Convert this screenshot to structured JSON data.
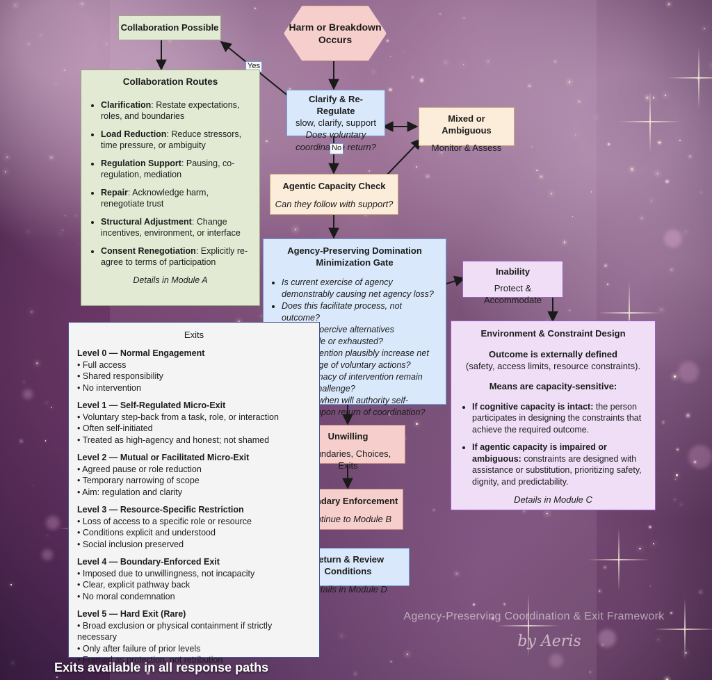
{
  "title_watermark": "Agency-Preserving Coordination & Exit Framework",
  "signature_watermark": "by Aeris",
  "footnote": "Exits available in all response paths",
  "edge_labels": {
    "yes": "Yes",
    "no": "No"
  },
  "nodes": {
    "harm": {
      "title": "Harm or Breakdown Occurs"
    },
    "collab_possible": {
      "title": "Collaboration Possible"
    },
    "clarify": {
      "title": "Clarify & Re-Regulate",
      "line2": "slow, clarify, support",
      "question": "Does voluntary coordination return?"
    },
    "mixed": {
      "title": "Mixed or Ambiguous",
      "line2": "Monitor & Assess"
    },
    "capacity": {
      "title": "Agentic Capacity Check",
      "question": "Can they follow with support?"
    },
    "inability": {
      "title": "Inability",
      "line2": "Protect & Accommodate"
    },
    "collab_routes": {
      "title": "Collaboration Routes",
      "items": [
        {
          "lead": "Clarification",
          "rest": ": Restate expectations, roles, and boundaries"
        },
        {
          "lead": "Load Reduction",
          "rest": ": Reduce stressors, time pressure, or ambiguity"
        },
        {
          "lead": "Regulation Support",
          "rest": ": Pausing, co-regulation, mediation"
        },
        {
          "lead": "Repair",
          "rest": ": Acknowledge harm, renegotiate trust"
        },
        {
          "lead": "Structural Adjustment",
          "rest": ": Change incentives, environment, or interface"
        },
        {
          "lead": "Consent Renegotiation",
          "rest": ": Explicitly re-agree to terms of participation"
        }
      ],
      "footer": "Details in Module A"
    },
    "gate": {
      "title": "Agency-Preserving Domination Minimization Gate",
      "items": [
        "Is current exercise of agency demonstrably causing net agency loss?",
        "Does this facilitate process, not outcome?",
        "Are non-coercive alternatives unavailable or exhausted?",
        "Will intervention plausibly increase net future range of voluntary actions?",
        "Will legitimacy of intervention remain open to challenge?",
        "How and when will authority self-liquidate upon return of coordination?"
      ]
    },
    "environment": {
      "title": "Environment & Constraint Design",
      "sub1_bold": "Outcome is externally defined",
      "sub1_rest": "(safety, access limits, resource constraints).",
      "sub2_bold": "Means are capacity-sensitive:",
      "items": [
        {
          "lead": "If cognitive capacity is intact:",
          "rest": " the person participates in designing the constraints that achieve the required outcome."
        },
        {
          "lead": "If agentic capacity is impaired or ambiguous:",
          "rest": " constraints are designed with assistance or substitution, prioritizing safety, dignity, and predictability."
        }
      ],
      "footer": "Details in Module C"
    },
    "unwilling": {
      "title": "Unwilling",
      "line2": "Boundaries, Choices, Exits"
    },
    "boundary": {
      "title": "Boundary Enforcement",
      "line2": "Continue to Module B"
    },
    "return_review": {
      "title": "Return & Review Conditions",
      "line2": "Details in Module D"
    },
    "exits": {
      "title": "Exits",
      "levels": [
        {
          "head": "Level 0 — Normal Engagement",
          "items": [
            "• Full access",
            "• Shared responsibility",
            "• No intervention"
          ]
        },
        {
          "head": "Level 1 — Self-Regulated Micro-Exit",
          "items": [
            "• Voluntary step-back from a task, role, or interaction",
            "• Often self-initiated",
            "• Treated as high-agency and honest; not shamed"
          ]
        },
        {
          "head": "Level 2 — Mutual or Facilitated Micro-Exit",
          "items": [
            "• Agreed pause or role reduction",
            "• Temporary narrowing of scope",
            "• Aim: regulation and clarity"
          ]
        },
        {
          "head": "Level 3 — Resource-Specific Restriction",
          "items": [
            "• Loss of access to a specific role or resource",
            "• Conditions explicit and understood",
            "• Social inclusion preserved"
          ]
        },
        {
          "head": "Level 4 — Boundary-Enforced Exit",
          "items": [
            "• Imposed due to unwillingness, not incapacity",
            "• Clear, explicit pathway back",
            "• No moral condemnation"
          ]
        },
        {
          "head": "Level 5 — Hard Exit (Rare)",
          "items": [
            "• Broad exclusion or physical containment if strictly necessary",
            "• Only after failure of prior levels",
            "• Framed as protection, not retribution"
          ]
        }
      ]
    }
  },
  "colors": {
    "green": "#e3ead4",
    "blue": "#d9e8fb",
    "pink": "#f6cfcc",
    "peach": "#fceddb",
    "lavender": "#efdef6",
    "white_panel": "#f4f4f4"
  }
}
